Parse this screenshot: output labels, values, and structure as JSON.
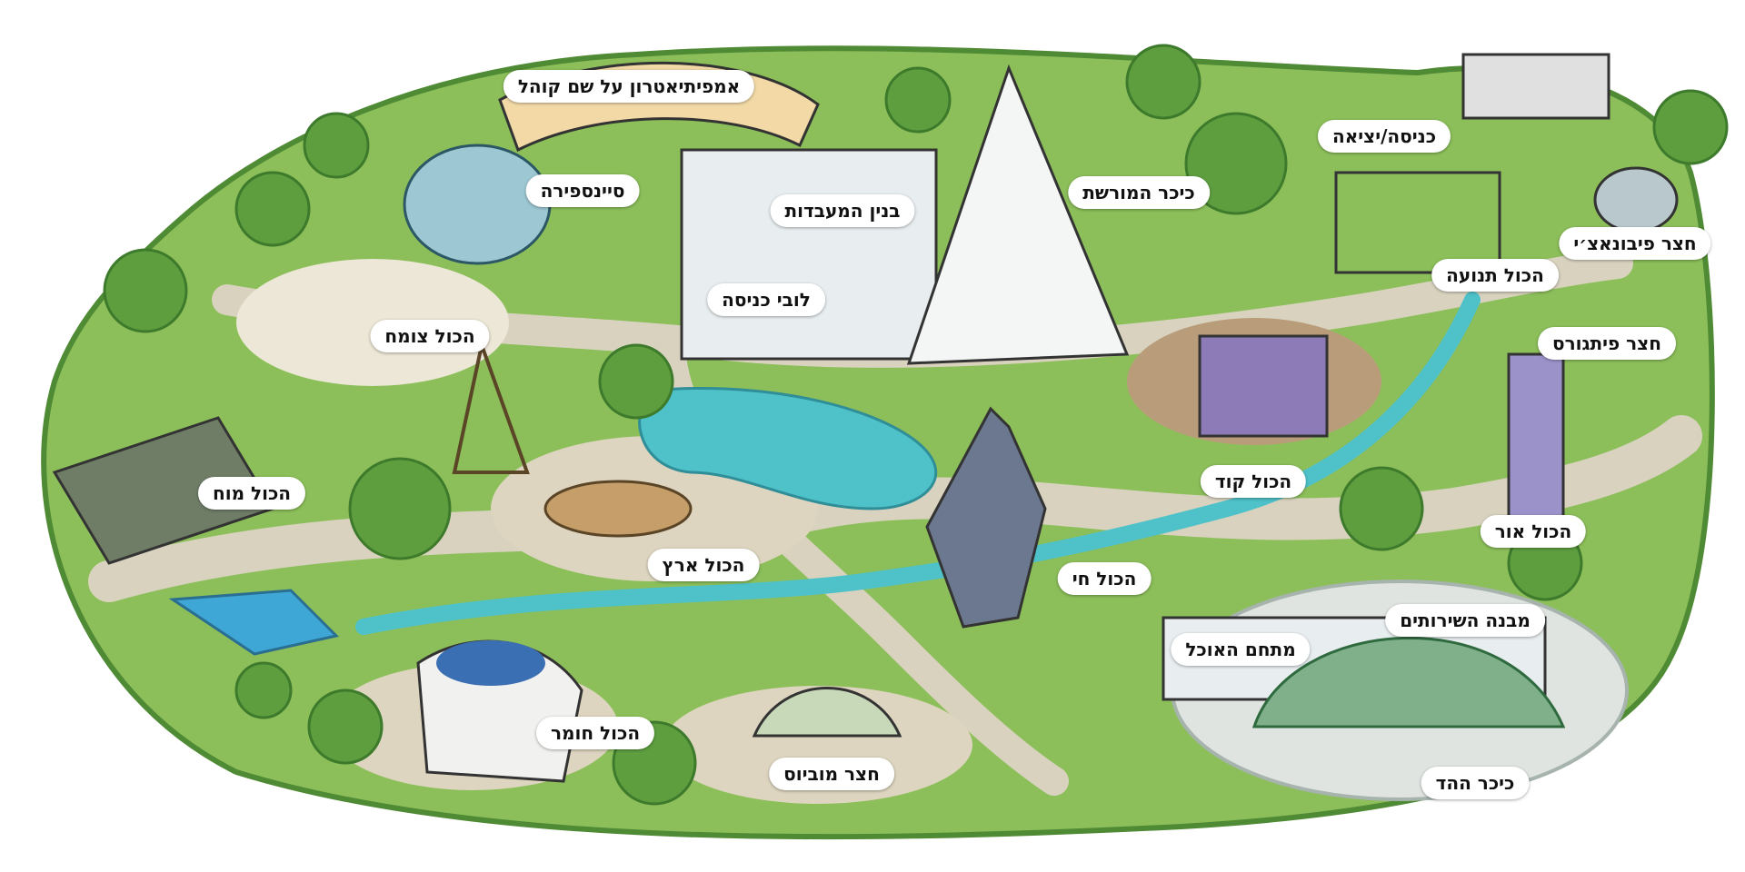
{
  "map": {
    "labels": [
      {
        "id": "amphitheater",
        "text": "אמפיתיאטרון על שם קוהל"
      },
      {
        "id": "cinesphere",
        "text": "סיינספירה"
      },
      {
        "id": "labs",
        "text": "בנין המעבדות"
      },
      {
        "id": "lobby",
        "text": "לובי כניסה"
      },
      {
        "id": "heritage",
        "text": "כיכר המורשת"
      },
      {
        "id": "entrance",
        "text": "כניסה/יציאה"
      },
      {
        "id": "fibonacci",
        "text": "חצר פיבונאצ׳י"
      },
      {
        "id": "motion",
        "text": "הכול תנועה"
      },
      {
        "id": "pythagoras",
        "text": "חצר פיתגורס"
      },
      {
        "id": "plants",
        "text": "הכול צומח"
      },
      {
        "id": "brain",
        "text": "הכול מוח"
      },
      {
        "id": "earth",
        "text": "הכול ארץ"
      },
      {
        "id": "alive",
        "text": "הכול חי"
      },
      {
        "id": "code",
        "text": "הכול קוד"
      },
      {
        "id": "light",
        "text": "הכול אור"
      },
      {
        "id": "services",
        "text": "מבנה השירותים"
      },
      {
        "id": "food",
        "text": "מתחם האוכל"
      },
      {
        "id": "matter",
        "text": "הכול חומר"
      },
      {
        "id": "mobius",
        "text": "חצר מוביוס"
      },
      {
        "id": "echo",
        "text": "כיכר ההד"
      }
    ]
  },
  "colors": {
    "grass": "#8cbf5a",
    "grass_dark": "#4f8a34",
    "path": "#d8d2bf",
    "water": "#4ec1c9",
    "tree": "#5e9e3f",
    "tree_dark": "#3d7a2b",
    "building": "#e8eef0",
    "dome": "#9cc7d3"
  }
}
